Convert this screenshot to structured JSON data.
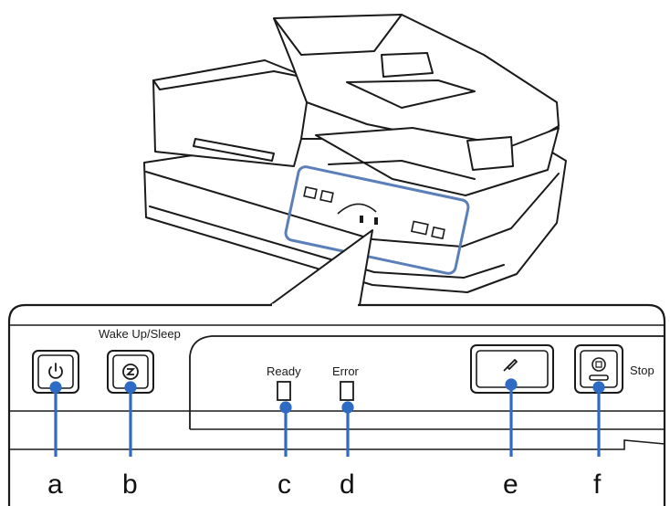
{
  "panel": {
    "wake_label": "Wake Up/Sleep",
    "ready_label": "Ready",
    "error_label": "Error",
    "stop_label": "Stop"
  },
  "callouts": [
    "a",
    "b",
    "c",
    "d",
    "e",
    "f"
  ],
  "icons": {
    "a": "power-icon",
    "b": "wake-sleep-icon",
    "e": "start-icon",
    "f": "stop-icon"
  },
  "colors": {
    "highlight": "#5b7fb8",
    "callout_line": "#2e6bc4",
    "outline": "#1a1a1a"
  }
}
